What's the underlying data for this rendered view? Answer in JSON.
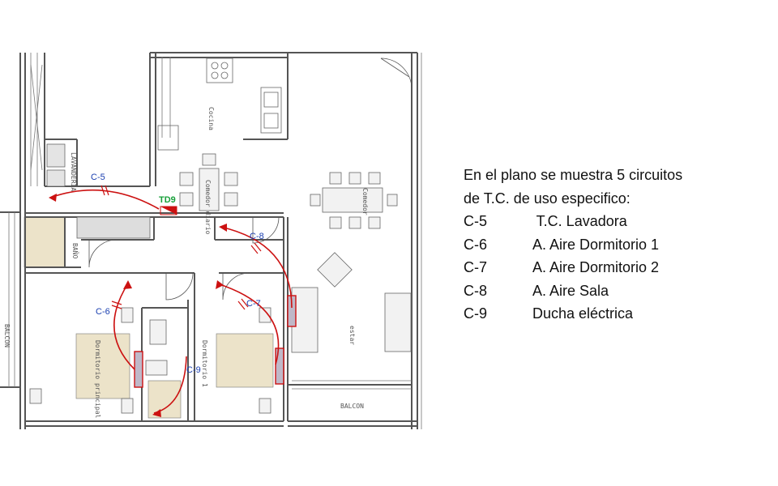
{
  "plan": {
    "rooms": {
      "lavanderia": "LAVANDERIA",
      "cocina": "Cocina",
      "comedor_diario": "Comedor diario",
      "comedor": "Comedor",
      "bano": "BAÑO",
      "balcon_left": "BALCON",
      "dormitorio_principal": "Dormitorio principal",
      "dormitorio_1": "Dormitorio 1",
      "estar": "estar",
      "balcon_bottom": "BALCON"
    },
    "panel_label": "TD9",
    "circuits": [
      "C-5",
      "C-6",
      "C-7",
      "C-8",
      "C-9"
    ],
    "colors": {
      "wall": "#555555",
      "circuit": "#cc1111",
      "label": "#1a3fb0",
      "panel": "#18a03a",
      "room_fill": "#ece3c9"
    }
  },
  "note": {
    "intro_1": "En el plano se muestra 5 circuitos",
    "intro_2": "de T.C. de uso especifico:",
    "items": [
      {
        "code": "C-5",
        "desc": " T.C. Lavadora"
      },
      {
        "code": "C-6",
        "desc": "A. Aire Dormitorio 1"
      },
      {
        "code": "C-7",
        "desc": "A. Aire Dormitorio 2"
      },
      {
        "code": "C-8",
        "desc": "A. Aire Sala"
      },
      {
        "code": "C-9",
        "desc": "Ducha eléctrica"
      }
    ]
  }
}
